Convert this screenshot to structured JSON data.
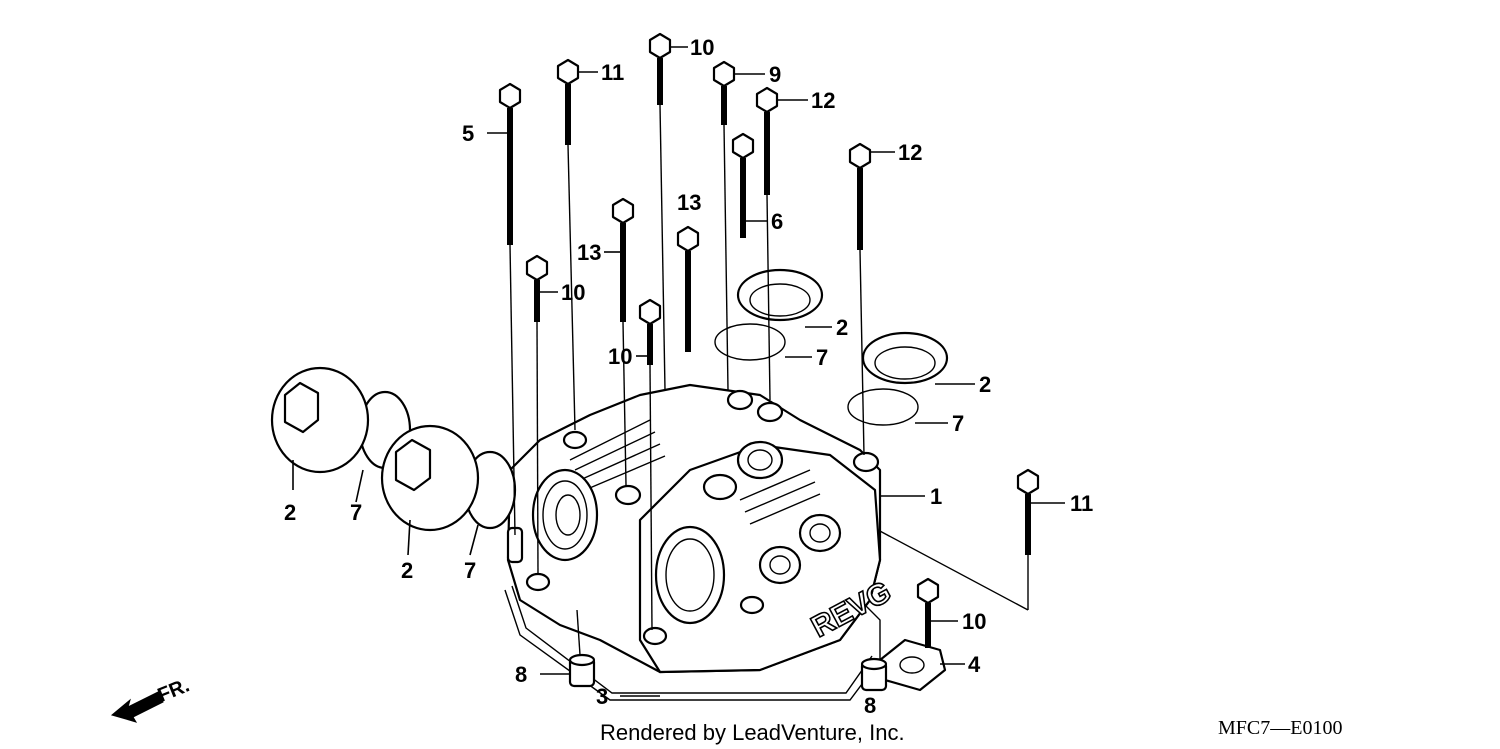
{
  "diagram": {
    "callouts": {
      "c1": "1",
      "c2a": "2",
      "c2b": "2",
      "c2c": "2",
      "c2d": "2",
      "c3": "3",
      "c4": "4",
      "c5": "5",
      "c6": "6",
      "c7a": "7",
      "c7b": "7",
      "c7c": "7",
      "c7d": "7",
      "c8a": "8",
      "c8b": "8",
      "c9": "9",
      "c10a": "10",
      "c10b": "10",
      "c10c": "10",
      "c10d": "10",
      "c11a": "11",
      "c11b": "11",
      "c12a": "12",
      "c12b": "12",
      "c13a": "13",
      "c13b": "13"
    },
    "front_marker": "FR.",
    "embossed_text": "REVG",
    "footer_credit": "Rendered by LeadVenture, Inc.",
    "diagram_code": "MFC7—E0100"
  }
}
